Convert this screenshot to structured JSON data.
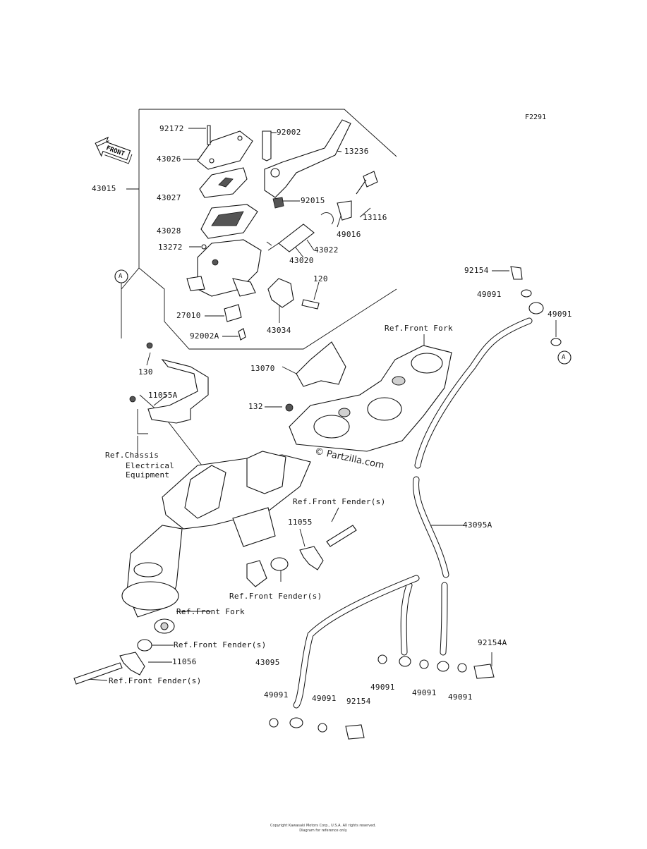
{
  "diagram": {
    "code": "F2291",
    "front_arrow_text": "FRONT",
    "connector_label": "A",
    "watermark": "© Partzilla.com",
    "footer_line1": "Copyright Kawasaki Motors Corp., U.S.A. All rights reserved.",
    "footer_line2": "Diagram for reference only",
    "parts": [
      {
        "id": "p92172",
        "text": "92172"
      },
      {
        "id": "p92002",
        "text": "92002"
      },
      {
        "id": "p43026",
        "text": "43026"
      },
      {
        "id": "p13236",
        "text": "13236"
      },
      {
        "id": "p43015",
        "text": "43015"
      },
      {
        "id": "p43027",
        "text": "43027"
      },
      {
        "id": "p92015",
        "text": "92015"
      },
      {
        "id": "p13116",
        "text": "13116"
      },
      {
        "id": "p43028",
        "text": "43028"
      },
      {
        "id": "p49016",
        "text": "49016"
      },
      {
        "id": "p13272",
        "text": "13272"
      },
      {
        "id": "p43022",
        "text": "43022"
      },
      {
        "id": "p43020",
        "text": "43020"
      },
      {
        "id": "p120",
        "text": "120"
      },
      {
        "id": "p27010",
        "text": "27010"
      },
      {
        "id": "p43034",
        "text": "43034"
      },
      {
        "id": "p92002A",
        "text": "92002A"
      },
      {
        "id": "p92154a",
        "text": "92154"
      },
      {
        "id": "p49091a",
        "text": "49091"
      },
      {
        "id": "p49091b",
        "text": "49091"
      },
      {
        "id": "pRefFrontFork1",
        "text": "Ref.Front Fork"
      },
      {
        "id": "p130",
        "text": "130"
      },
      {
        "id": "p13070",
        "text": "13070"
      },
      {
        "id": "p11055A",
        "text": "11055A"
      },
      {
        "id": "p132",
        "text": "132"
      },
      {
        "id": "pRefChassis1",
        "text": "Ref.Chassis"
      },
      {
        "id": "pRefChassis2",
        "text": "Electrical"
      },
      {
        "id": "pRefChassis3",
        "text": "Equipment"
      },
      {
        "id": "pRefFender1",
        "text": "Ref.Front Fender(s)"
      },
      {
        "id": "p11055",
        "text": "11055"
      },
      {
        "id": "p43095A",
        "text": "43095A"
      },
      {
        "id": "pRefFender2",
        "text": "Ref.Front Fender(s)"
      },
      {
        "id": "pRefFrontFork2",
        "text": "Ref.Front Fork"
      },
      {
        "id": "pRefFender3",
        "text": "Ref.Front Fender(s)"
      },
      {
        "id": "p11056",
        "text": "11056"
      },
      {
        "id": "p43095",
        "text": "43095"
      },
      {
        "id": "p92154A",
        "text": "92154A"
      },
      {
        "id": "pRefFender4",
        "text": "Ref.Front Fender(s)"
      },
      {
        "id": "p49091c",
        "text": "49091"
      },
      {
        "id": "p49091d",
        "text": "49091"
      },
      {
        "id": "p49091e",
        "text": "49091"
      },
      {
        "id": "p49091f",
        "text": "49091"
      },
      {
        "id": "p49091g",
        "text": "49091"
      },
      {
        "id": "p92154b",
        "text": "92154"
      }
    ]
  }
}
